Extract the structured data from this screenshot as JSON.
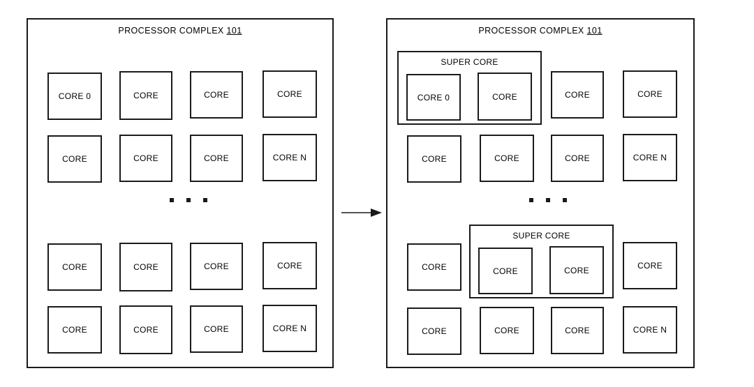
{
  "figure": {
    "background_color": "#ffffff",
    "line_color": "#1a1a1a",
    "title_ref_number": "101"
  },
  "panels": [
    {
      "id": "left",
      "title_text": "PROCESSOR COMPLEX",
      "title_ref": "101",
      "cores": [
        {
          "label": "CORE 0"
        },
        {
          "label": "CORE"
        },
        {
          "label": "CORE"
        },
        {
          "label": "CORE"
        },
        {
          "label": "CORE"
        },
        {
          "label": "CORE"
        },
        {
          "label": "CORE"
        },
        {
          "label": "CORE N"
        },
        {
          "label": "CORE"
        },
        {
          "label": "CORE"
        },
        {
          "label": "CORE"
        },
        {
          "label": "CORE"
        },
        {
          "label": "CORE"
        },
        {
          "label": "CORE"
        },
        {
          "label": "CORE"
        },
        {
          "label": "CORE N"
        }
      ],
      "supercores": []
    },
    {
      "id": "right",
      "title_text": "PROCESSOR COMPLEX",
      "title_ref": "101",
      "cores": [
        {
          "label": "CORE 0"
        },
        {
          "label": "CORE"
        },
        {
          "label": "CORE"
        },
        {
          "label": "CORE"
        },
        {
          "label": "CORE"
        },
        {
          "label": "CORE"
        },
        {
          "label": "CORE"
        },
        {
          "label": "CORE N"
        },
        {
          "label": "CORE"
        },
        {
          "label": "CORE"
        },
        {
          "label": "CORE"
        },
        {
          "label": "CORE"
        },
        {
          "label": "CORE"
        },
        {
          "label": "CORE"
        },
        {
          "label": "CORE"
        },
        {
          "label": "CORE N"
        }
      ],
      "supercores": [
        {
          "label": "SUPER CORE",
          "contains": [
            "CORE 0",
            "CORE"
          ]
        },
        {
          "label": "SUPER CORE",
          "contains": [
            "CORE",
            "CORE"
          ]
        }
      ]
    }
  ],
  "arrow": {
    "name": "transition-arrow",
    "direction": "right"
  }
}
